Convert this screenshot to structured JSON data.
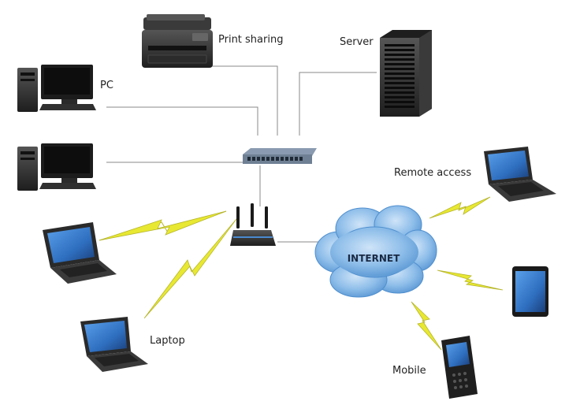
{
  "labels": {
    "print_sharing": "Print sharing",
    "server": "Server",
    "pc": "PC",
    "remote_access": "Remote access",
    "internet": "INTERNET",
    "laptop": "Laptop",
    "mobile": "Mobile"
  },
  "colors": {
    "link_line": "#8a8a8a",
    "wireless_bolt": "#e8e832",
    "cloud": "#7fb4e6",
    "device_dark": "#2a2a2a",
    "screen_blue": "#2f74c8"
  },
  "nodes": [
    {
      "id": "printer",
      "icon": "printer-icon"
    },
    {
      "id": "server",
      "icon": "server-tower-icon"
    },
    {
      "id": "pc-1",
      "icon": "desktop-pc-icon"
    },
    {
      "id": "pc-2",
      "icon": "desktop-pc-icon"
    },
    {
      "id": "switch",
      "icon": "network-switch-icon"
    },
    {
      "id": "router",
      "icon": "wireless-router-icon"
    },
    {
      "id": "laptop-1",
      "icon": "laptop-icon"
    },
    {
      "id": "laptop-2",
      "icon": "laptop-icon"
    },
    {
      "id": "internet",
      "icon": "cloud-icon"
    },
    {
      "id": "remote-laptop",
      "icon": "laptop-icon"
    },
    {
      "id": "tablet",
      "icon": "tablet-icon"
    },
    {
      "id": "mobile",
      "icon": "smartphone-icon"
    }
  ],
  "links": [
    {
      "from": "pc-1",
      "to": "switch",
      "kind": "wired"
    },
    {
      "from": "pc-2",
      "to": "switch",
      "kind": "wired"
    },
    {
      "from": "printer",
      "to": "switch",
      "kind": "wired"
    },
    {
      "from": "server",
      "to": "switch",
      "kind": "wired"
    },
    {
      "from": "switch",
      "to": "router",
      "kind": "wired"
    },
    {
      "from": "router",
      "to": "internet",
      "kind": "wired"
    },
    {
      "from": "router",
      "to": "laptop-1",
      "kind": "wireless"
    },
    {
      "from": "router",
      "to": "laptop-2",
      "kind": "wireless"
    },
    {
      "from": "internet",
      "to": "remote-laptop",
      "kind": "wireless"
    },
    {
      "from": "internet",
      "to": "tablet",
      "kind": "wireless"
    },
    {
      "from": "internet",
      "to": "mobile",
      "kind": "wireless"
    }
  ]
}
